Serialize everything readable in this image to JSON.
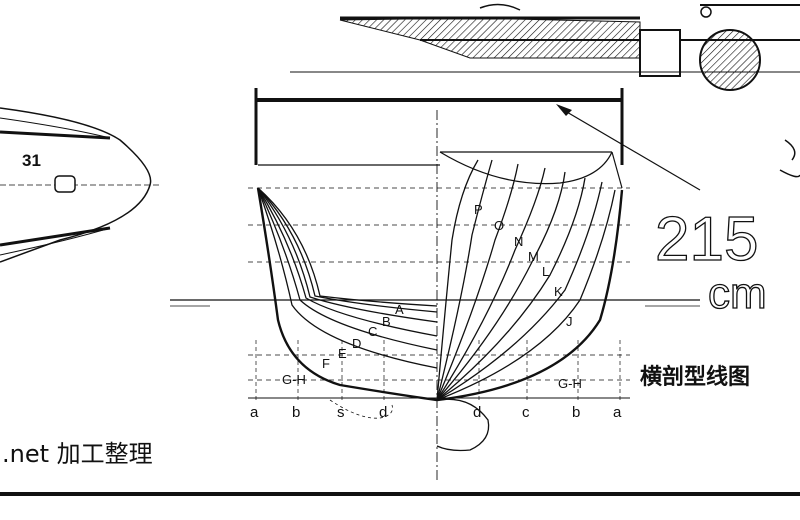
{
  "station_number": "31",
  "dimension": {
    "value": "215",
    "unit": "cm"
  },
  "caption": "横剖型线图",
  "footer_text": ".net 加工整理",
  "buttock_labels_left": [
    "a",
    "b",
    "s",
    "d"
  ],
  "buttock_labels_right": [
    "d",
    "c",
    "b",
    "a"
  ],
  "waterline_label_left": "G-H",
  "waterline_label_right": "G-H",
  "left_station_letters": [
    "A",
    "B",
    "C",
    "D",
    "E",
    "F"
  ],
  "right_station_letters": [
    "P",
    "O",
    "N",
    "M",
    "L",
    "K",
    "J"
  ]
}
